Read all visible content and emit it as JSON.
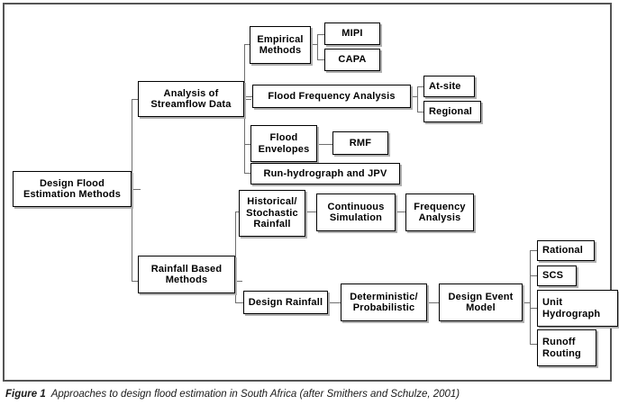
{
  "figure": {
    "label": "Figure 1",
    "caption": "Approaches to design flood estimation in South Africa (after Smithers and  Schulze, 2001)"
  },
  "diagram": {
    "title": "Approaches to design flood estimation in South Africa",
    "type": "hierarchical-tree",
    "root": "Design Flood Estimation Methods",
    "accent_color": "#000000",
    "box_fill": "#ffffff",
    "box_border": "#000000",
    "connector_color": "#6f6f6f",
    "shadow_color": "#b0b0b0",
    "nodes": {
      "root": {
        "label": "Design Flood Estimation Methods",
        "level": 0
      },
      "analysis": {
        "label": "Analysis of Streamflow Data",
        "level": 1
      },
      "rainfall_based": {
        "label": "Rainfall Based Methods",
        "level": 1
      },
      "empirical": {
        "label": "Empirical Methods",
        "level": 2
      },
      "mipi": {
        "label": "MIPI",
        "level": 3
      },
      "capa": {
        "label": "CAPA",
        "level": 3
      },
      "ffa": {
        "label": "Flood Frequency Analysis",
        "level": 2
      },
      "at_site": {
        "label": "At-site",
        "level": 3
      },
      "regional": {
        "label": "Regional",
        "level": 3
      },
      "flood_envelopes": {
        "label": "Flood Envelopes",
        "level": 2
      },
      "rmf": {
        "label": "RMF",
        "level": 3
      },
      "run_hydrograph": {
        "label": "Run-hydrograph and JPV",
        "level": 2
      },
      "hist_stoch": {
        "label": "Historical/ Stochastic Rainfall",
        "level": 2
      },
      "cont_sim": {
        "label": "Continuous Simulation",
        "level": 3
      },
      "freq_analysis": {
        "label": "Frequency Analysis",
        "level": 4
      },
      "design_rainfall": {
        "label": "Design Rainfall",
        "level": 2
      },
      "det_prob": {
        "label": "Deterministic/ Probabilistic",
        "level": 3
      },
      "design_event": {
        "label": "Design Event Model",
        "level": 4
      },
      "rational": {
        "label": "Rational",
        "level": 5
      },
      "scs": {
        "label": "SCS",
        "level": 5
      },
      "unit_hydrograph": {
        "label": "Unit Hydrograph",
        "level": 5
      },
      "runoff_routing": {
        "label": "Runoff Routing",
        "level": 5
      }
    },
    "edges": [
      [
        "root",
        "analysis"
      ],
      [
        "root",
        "rainfall_based"
      ],
      [
        "analysis",
        "empirical"
      ],
      [
        "analysis",
        "ffa"
      ],
      [
        "analysis",
        "flood_envelopes"
      ],
      [
        "analysis",
        "run_hydrograph"
      ],
      [
        "empirical",
        "mipi"
      ],
      [
        "empirical",
        "capa"
      ],
      [
        "ffa",
        "at_site"
      ],
      [
        "ffa",
        "regional"
      ],
      [
        "flood_envelopes",
        "rmf"
      ],
      [
        "rainfall_based",
        "hist_stoch"
      ],
      [
        "rainfall_based",
        "design_rainfall"
      ],
      [
        "hist_stoch",
        "cont_sim"
      ],
      [
        "cont_sim",
        "freq_analysis"
      ],
      [
        "design_rainfall",
        "det_prob"
      ],
      [
        "det_prob",
        "design_event"
      ],
      [
        "design_event",
        "rational"
      ],
      [
        "design_event",
        "scs"
      ],
      [
        "design_event",
        "unit_hydrograph"
      ],
      [
        "design_event",
        "runoff_routing"
      ]
    ]
  }
}
